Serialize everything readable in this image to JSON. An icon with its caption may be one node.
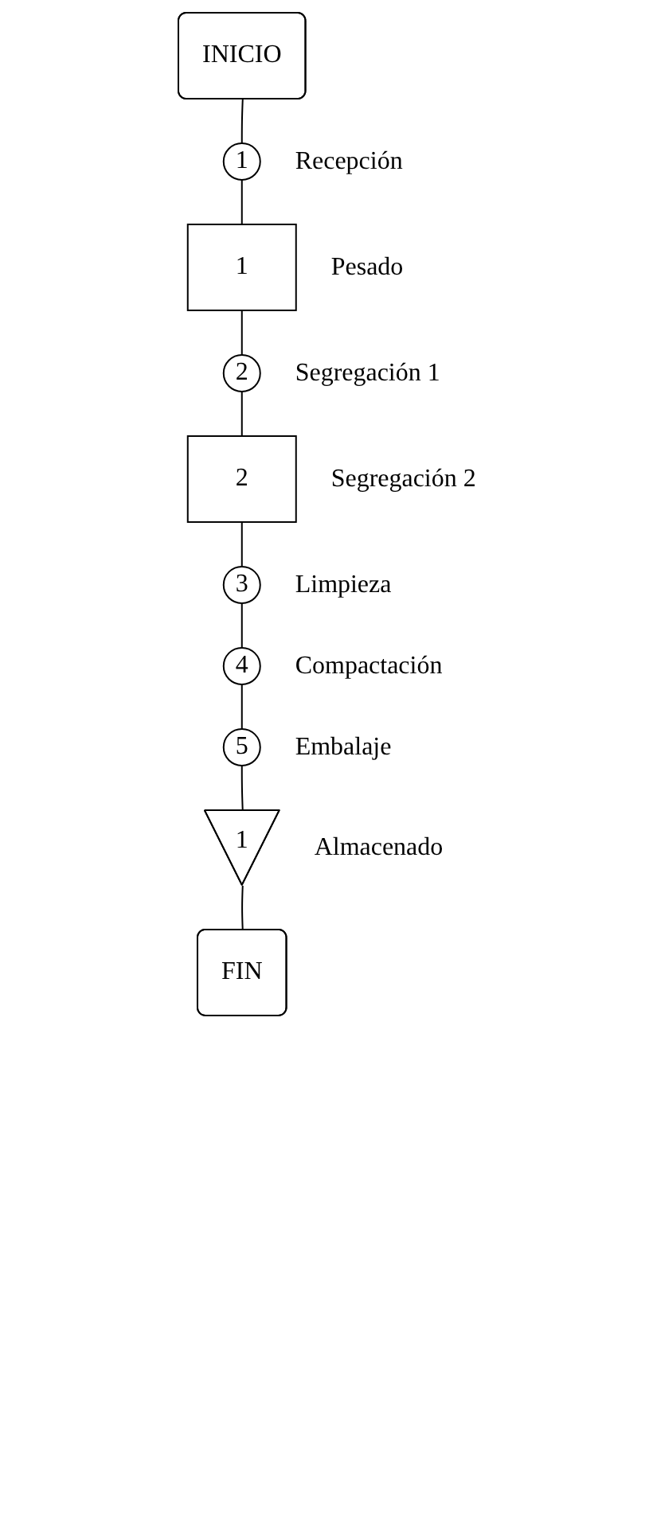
{
  "diagram": {
    "nodes": [
      {
        "text": [
          "INICIO"
        ]
      },
      {
        "text": [
          "1"
        ],
        "beside": [
          "Recepción"
        ]
      },
      {
        "text": [
          "1"
        ],
        "beside": [
          "Pesado"
        ]
      },
      {
        "text": [
          "2"
        ],
        "beside": [
          "Segregación 1"
        ]
      },
      {
        "text": [
          "2"
        ],
        "beside": [
          "Segregación 2"
        ]
      },
      {
        "text": [
          "3"
        ],
        "beside": [
          "Limpieza"
        ]
      },
      {
        "text": [
          "4"
        ],
        "beside": [
          "Compactación"
        ]
      },
      {
        "text": [
          "5"
        ],
        "beside": [
          "Embalaje"
        ]
      },
      {
        "text": [
          "1"
        ],
        "beside": [
          "Almacenado"
        ]
      },
      {
        "text": [
          "FIN"
        ]
      }
    ],
    "edges": [
      {
        "from": 0,
        "to": 1,
        "arrow": "none"
      },
      {
        "from": 1,
        "to": 2,
        "arrow": "none"
      },
      {
        "from": 2,
        "to": 3,
        "arrow": "none"
      },
      {
        "from": 3,
        "to": 4,
        "arrow": "none"
      },
      {
        "from": 4,
        "to": 5,
        "arrow": "none"
      },
      {
        "from": 5,
        "to": 6,
        "arrow": "none"
      },
      {
        "from": 6,
        "to": 7,
        "arrow": "none"
      },
      {
        "from": 7,
        "to": 8,
        "arrow": "none"
      },
      {
        "from": 8,
        "to": 9,
        "arrow": "none"
      }
    ]
  }
}
